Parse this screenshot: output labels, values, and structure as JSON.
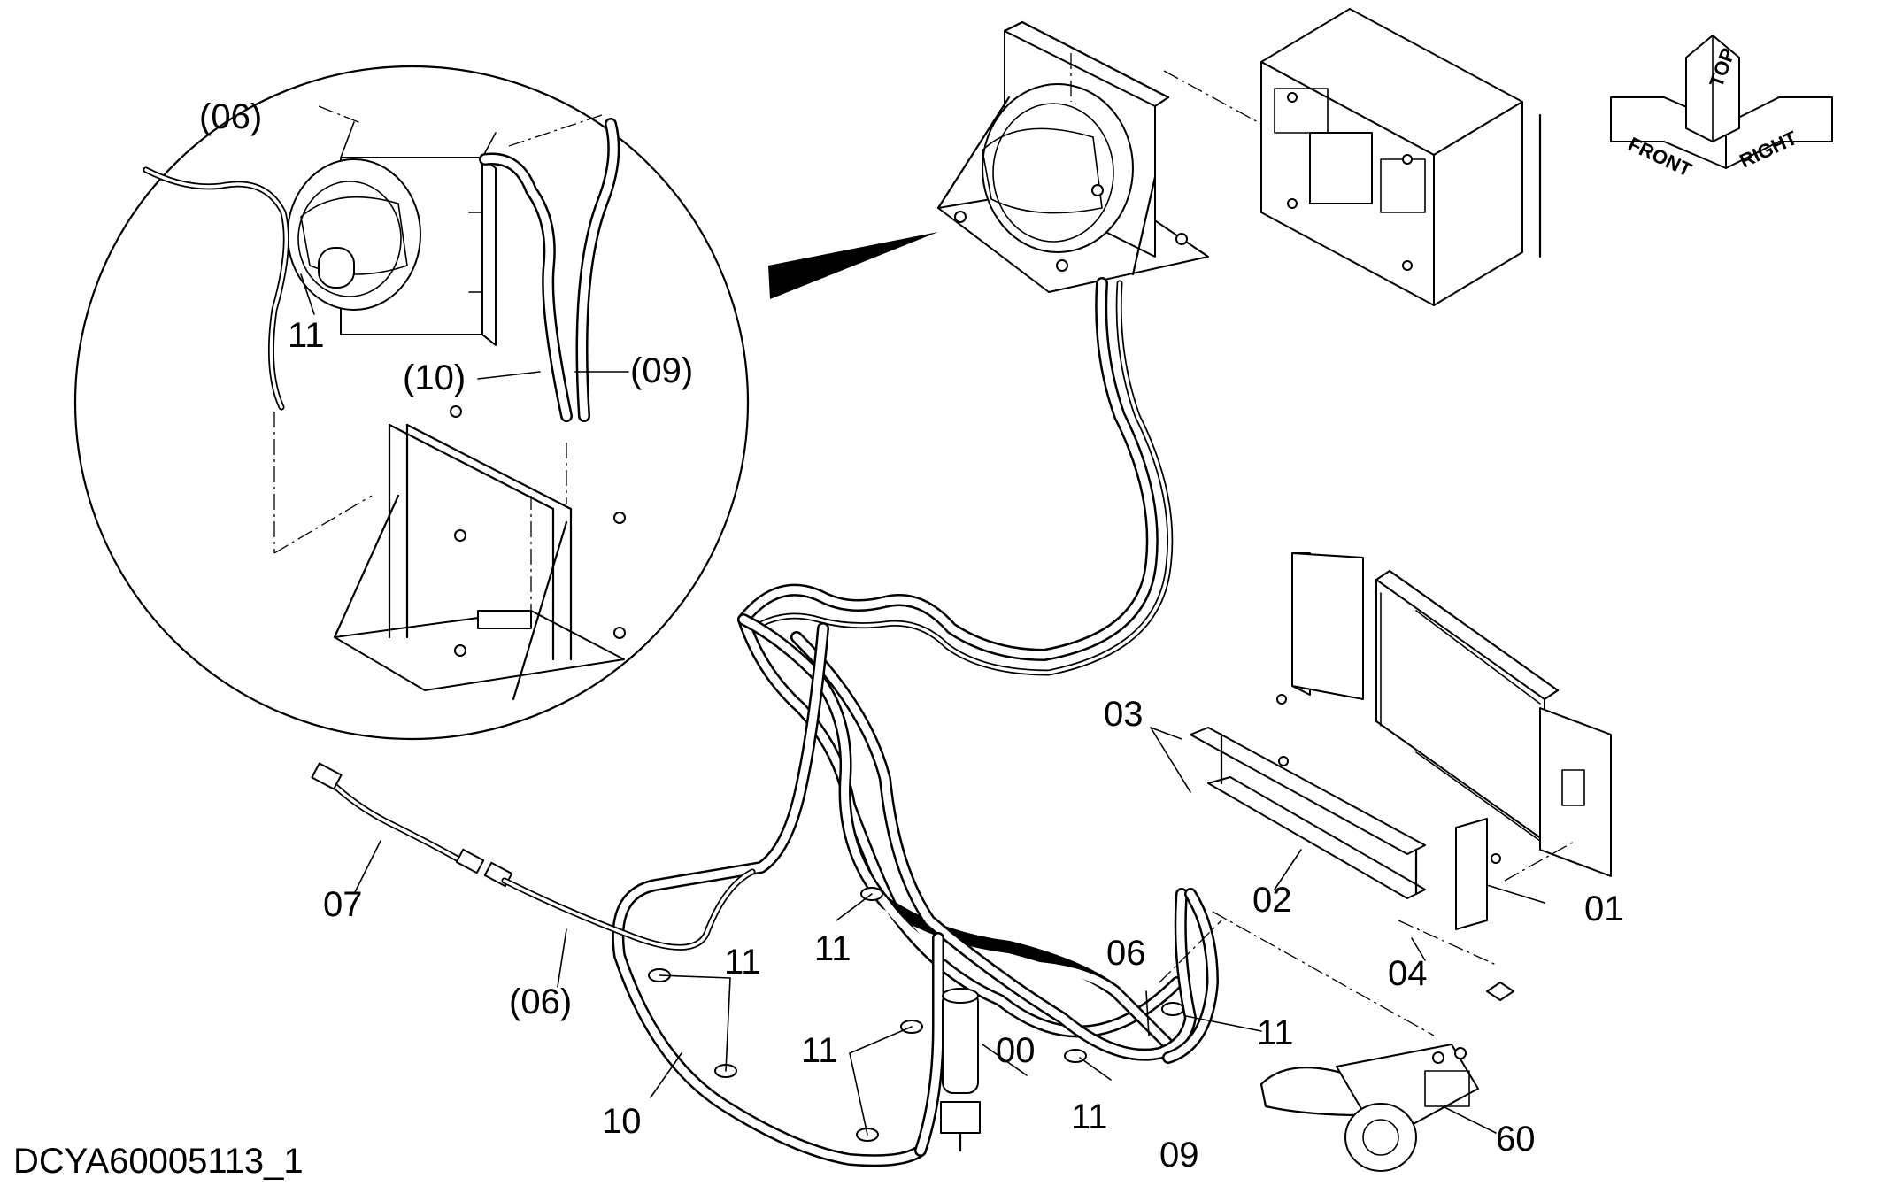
{
  "diagram_id": "DCYA60005113_1",
  "orientation": {
    "top": "TOP",
    "front": "FRONT",
    "right": "RIGHT"
  },
  "labels": {
    "p00": "00",
    "p01": "01",
    "p02": "02",
    "p03": "03",
    "p04": "04",
    "p06": "06",
    "p06_paren_main": "(06)",
    "p06_paren_detail": "(06)",
    "p07": "07",
    "p09": "09",
    "p09_paren": "(09)",
    "p10": "10",
    "p10_paren": "(10)",
    "p11_detail": "11",
    "p11_a": "11",
    "p11_b": "11",
    "p11_c": "11",
    "p11_d": "11",
    "p11_e": "11",
    "p60": "60"
  }
}
